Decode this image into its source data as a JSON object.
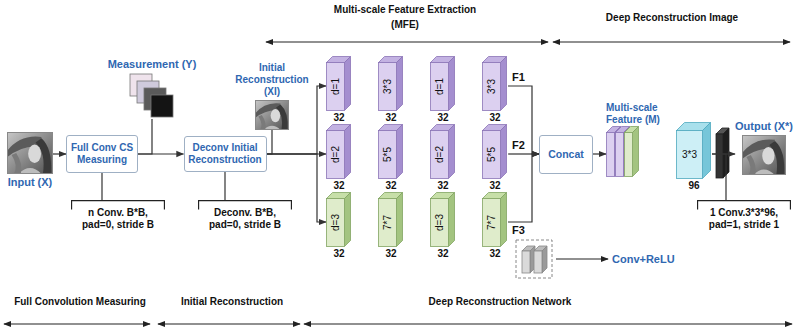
{
  "diagram": {
    "nodes": [
      {
        "text": [
          "Input (X)"
        ]
      },
      {
        "text": [
          "Full Conv CS Measuring"
        ]
      },
      {
        "text": [
          "Measurement (Y)"
        ]
      },
      {
        "text": [
          "n Conv. B*B, pad=0, stride B"
        ]
      },
      {
        "text": [
          "Deconv Initial Reconstruction"
        ]
      },
      {
        "text": [
          "Deconv. B*B, pad=0, stride B"
        ]
      },
      {
        "text": [
          "Initial Reconstruction (XI)"
        ]
      },
      {
        "text": [
          "d=1",
          "32"
        ]
      },
      {
        "text": [
          "3*3",
          "32"
        ]
      },
      {
        "text": [
          "d=1",
          "32"
        ]
      },
      {
        "text": [
          "3*3",
          "32"
        ]
      },
      {
        "text": [
          "d=2",
          "32"
        ]
      },
      {
        "text": [
          "5*5",
          "32"
        ]
      },
      {
        "text": [
          "d=2",
          "32"
        ]
      },
      {
        "text": [
          "5*5",
          "32"
        ]
      },
      {
        "text": [
          "d=3",
          "32"
        ]
      },
      {
        "text": [
          "7*7",
          "32"
        ]
      },
      {
        "text": [
          "d=3",
          "32"
        ]
      },
      {
        "text": [
          "7*7",
          "32"
        ]
      },
      {
        "text": [
          "Concat"
        ]
      },
      {
        "text": [
          "Multi-scale Feature (M)"
        ]
      },
      {
        "text": [
          "3*3",
          "96"
        ]
      },
      {
        "text": [
          "1 Conv.3*3*96, pad=1, stride 1"
        ]
      },
      {
        "text": [
          "Output (X*)"
        ]
      }
    ],
    "edges": [
      {
        "from": 0,
        "to": 1,
        "arrow": "to"
      },
      {
        "from": 1,
        "to": 4,
        "arrow": "to"
      },
      {
        "from": 1,
        "to": 2,
        "arrow": "none"
      },
      {
        "from": 1,
        "to": 3,
        "arrow": "none"
      },
      {
        "from": 4,
        "to": 5,
        "arrow": "none"
      },
      {
        "from": 4,
        "to": 6,
        "arrow": "none"
      },
      {
        "from": 4,
        "to": 7,
        "arrow": "to"
      },
      {
        "from": 4,
        "to": 11,
        "arrow": "to"
      },
      {
        "from": 4,
        "to": 15,
        "arrow": "to"
      },
      {
        "from": 10,
        "to": 19,
        "label": "F1",
        "arrow": "to"
      },
      {
        "from": 14,
        "to": 19,
        "label": "F2",
        "arrow": "to"
      },
      {
        "from": 18,
        "to": 19,
        "label": "F3",
        "arrow": "to"
      },
      {
        "from": 19,
        "to": 20,
        "arrow": "to"
      },
      {
        "from": 21,
        "to": 23,
        "arrow": "to"
      },
      {
        "from": 21,
        "to": 22,
        "arrow": "none"
      }
    ],
    "labels": [
      "Multi-scale Feature Extraction",
      "(MFE)",
      "Deep Reconstruction Image",
      "Full Convolution Measuring",
      "Initial Reconstruction",
      "Deep Reconstruction Network"
    ],
    "legend": [
      {
        "text": "Conv+ReLU"
      }
    ]
  }
}
